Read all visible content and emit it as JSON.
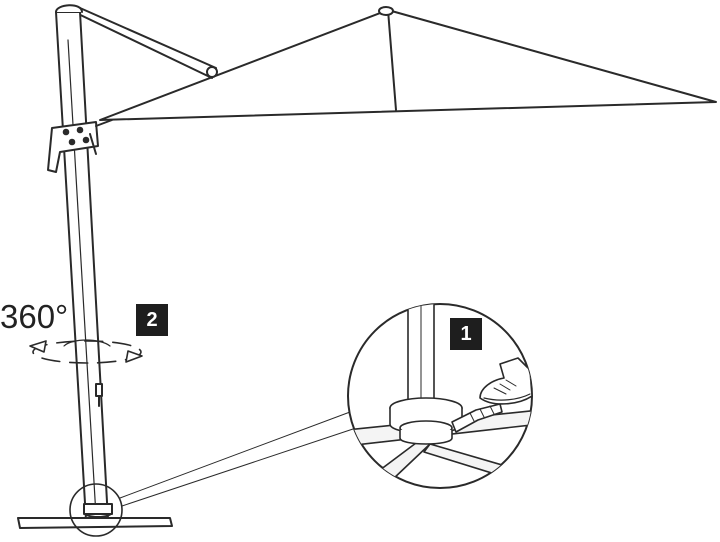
{
  "rotation_label": "360°",
  "steps": [
    {
      "number": "1"
    },
    {
      "number": "2"
    }
  ],
  "colors": {
    "line": "#2a2a2a",
    "badge_bg": "#1e1e1e",
    "badge_text": "#ffffff"
  }
}
